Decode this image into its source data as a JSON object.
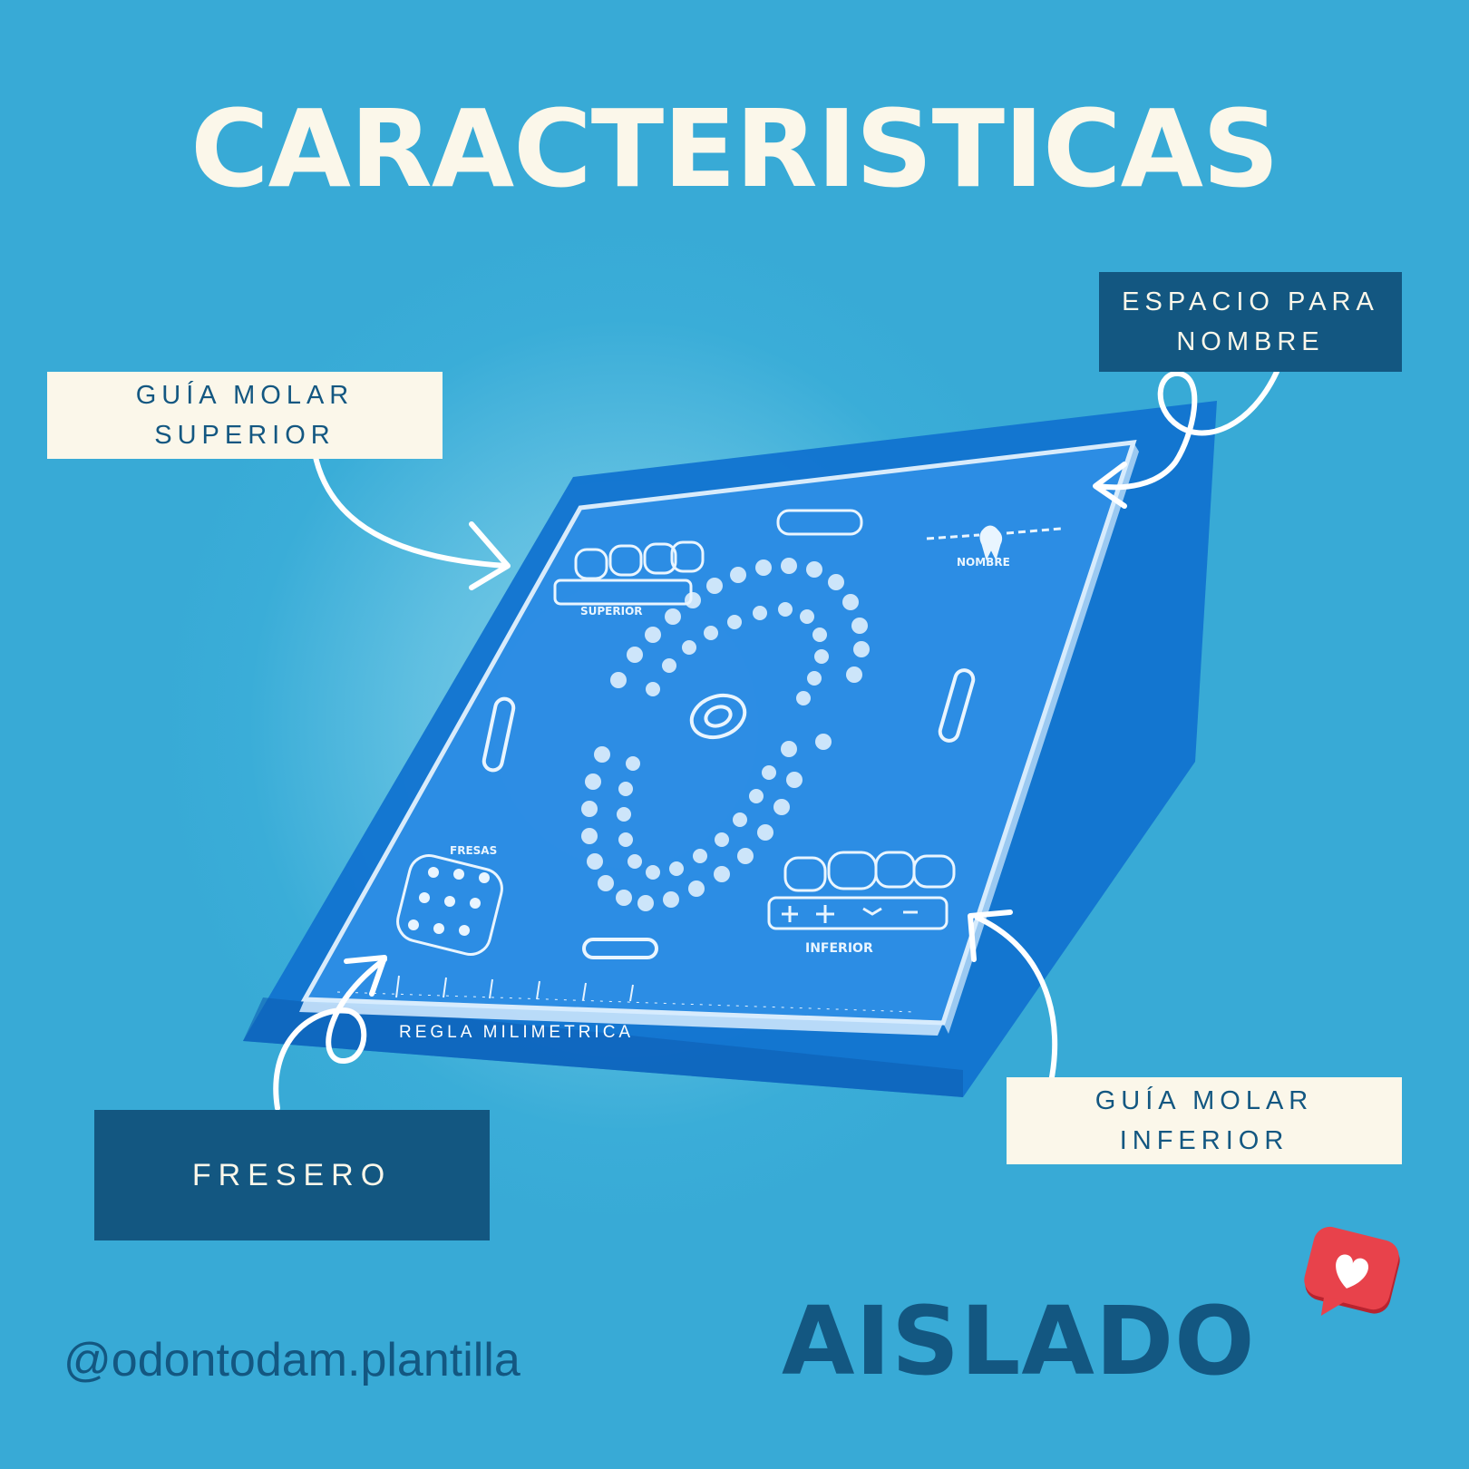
{
  "title": "CARACTERISTICAS",
  "labels": {
    "guia_superior": [
      "GUÍA MOLAR",
      "SUPERIOR"
    ],
    "espacio_nombre": [
      "ESPACIO PARA",
      "NOMBRE"
    ],
    "guia_inferior": [
      "GUÍA MOLAR",
      "INFERIOR"
    ],
    "fresero": "FRESERO"
  },
  "plate_text": {
    "ruler": "REGLA MILIMETRICA",
    "superior": "SUPERIOR",
    "inferior": "INFERIOR",
    "fresas": "FRESAS",
    "nombre": "NOMBRE"
  },
  "footer": {
    "handle": "@odontodam.plantilla",
    "product": "AISLADO"
  },
  "icons": {
    "like": "heart-notification-icon"
  },
  "colors": {
    "background": "#38aad6",
    "cream": "#fbf7ea",
    "navy": "#135781",
    "plate_blue": "#1173d0"
  }
}
